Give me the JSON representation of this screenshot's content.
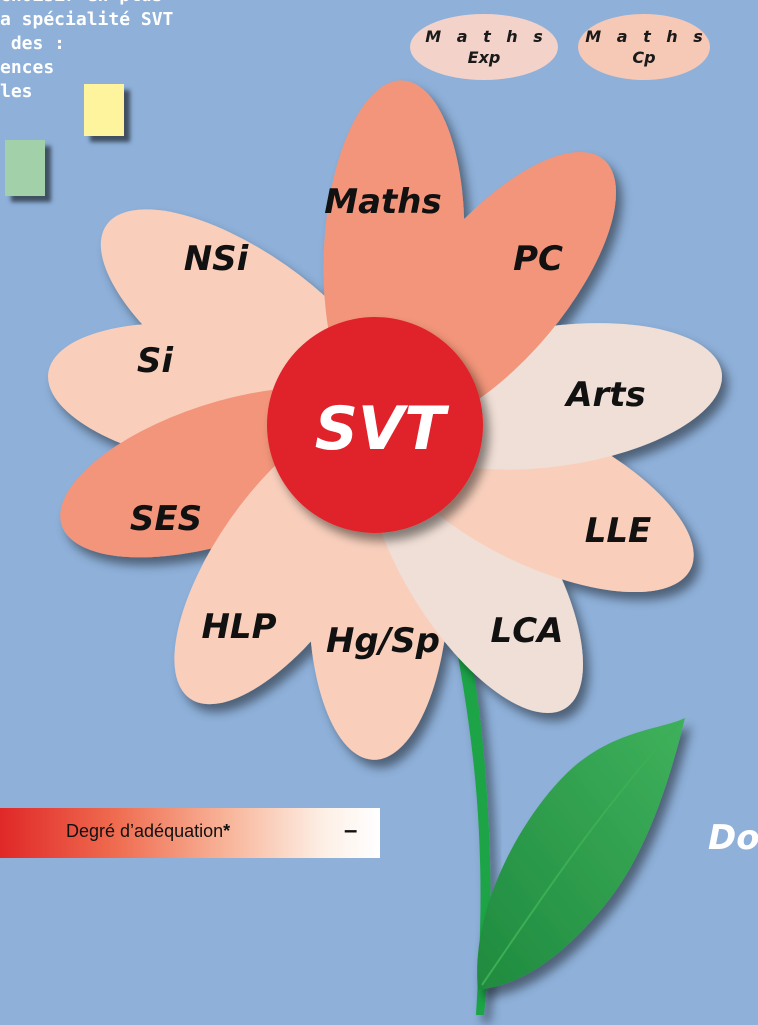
{
  "header": {
    "lines": [
      "choisir en plus",
      "a spécialité SVT",
      " des :",
      "ences",
      "les"
    ]
  },
  "badges": {
    "maths_exp": {
      "top": "M a t h s",
      "bottom": "Exp"
    },
    "maths_cp": {
      "top": "M a t h s",
      "bottom": "Cp"
    }
  },
  "flower": {
    "center": "SVT",
    "petals": {
      "maths": "Maths",
      "pc": "PC",
      "arts": "Arts",
      "lle": "LLE",
      "lca": "LCA",
      "hgsp": "Hg/Sp",
      "hlp": "HLP",
      "ses": "SES",
      "si": "Si",
      "nsi": "NSi"
    }
  },
  "side_text": "Do",
  "legend": {
    "label": "Degré d’adéquation",
    "star": "*",
    "minus": "–"
  },
  "colors": {
    "background": "#8eb0d9",
    "center": "#e02229",
    "strong": "#f2957a",
    "medium": "#f9cfbc",
    "light": "#f0dfd6",
    "stem": "#1ea447",
    "leaf": "#2c9a48"
  }
}
